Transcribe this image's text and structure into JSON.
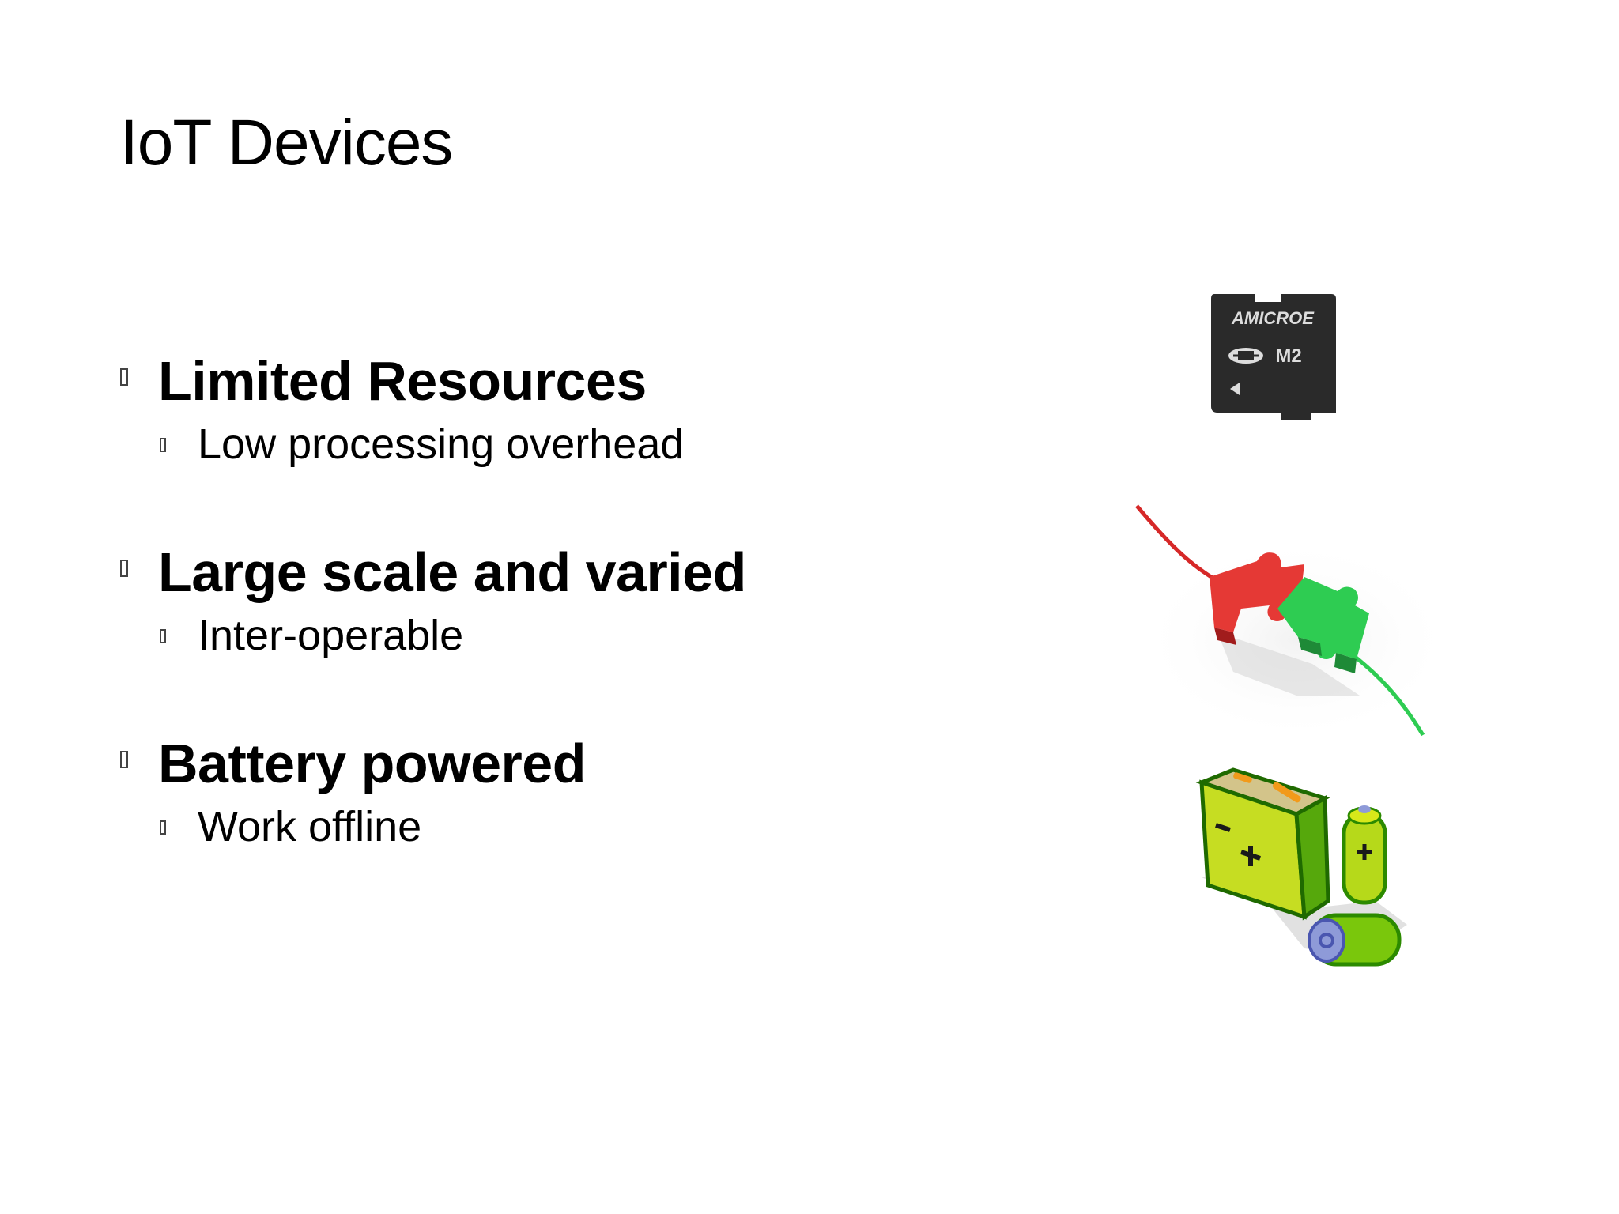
{
  "slide": {
    "title": "IoT Devices",
    "bullets": [
      {
        "heading": "Limited Resources",
        "sub": "Low processing overhead",
        "icon": "memory-card-icon"
      },
      {
        "heading": "Large scale and varied",
        "sub": "Inter-operable",
        "icon": "puzzle-connect-icon"
      },
      {
        "heading": "Battery powered",
        "sub": "Work offline",
        "icon": "battery-icon"
      }
    ]
  },
  "images": {
    "memory_card": {
      "brand": "AMICROE",
      "model": "M2"
    }
  },
  "colors": {
    "text": "#000000",
    "puzzle_red": "#e53935",
    "puzzle_green": "#2ecc52",
    "battery_green": "#7ac70c",
    "battery_yellow": "#d7e81a"
  }
}
